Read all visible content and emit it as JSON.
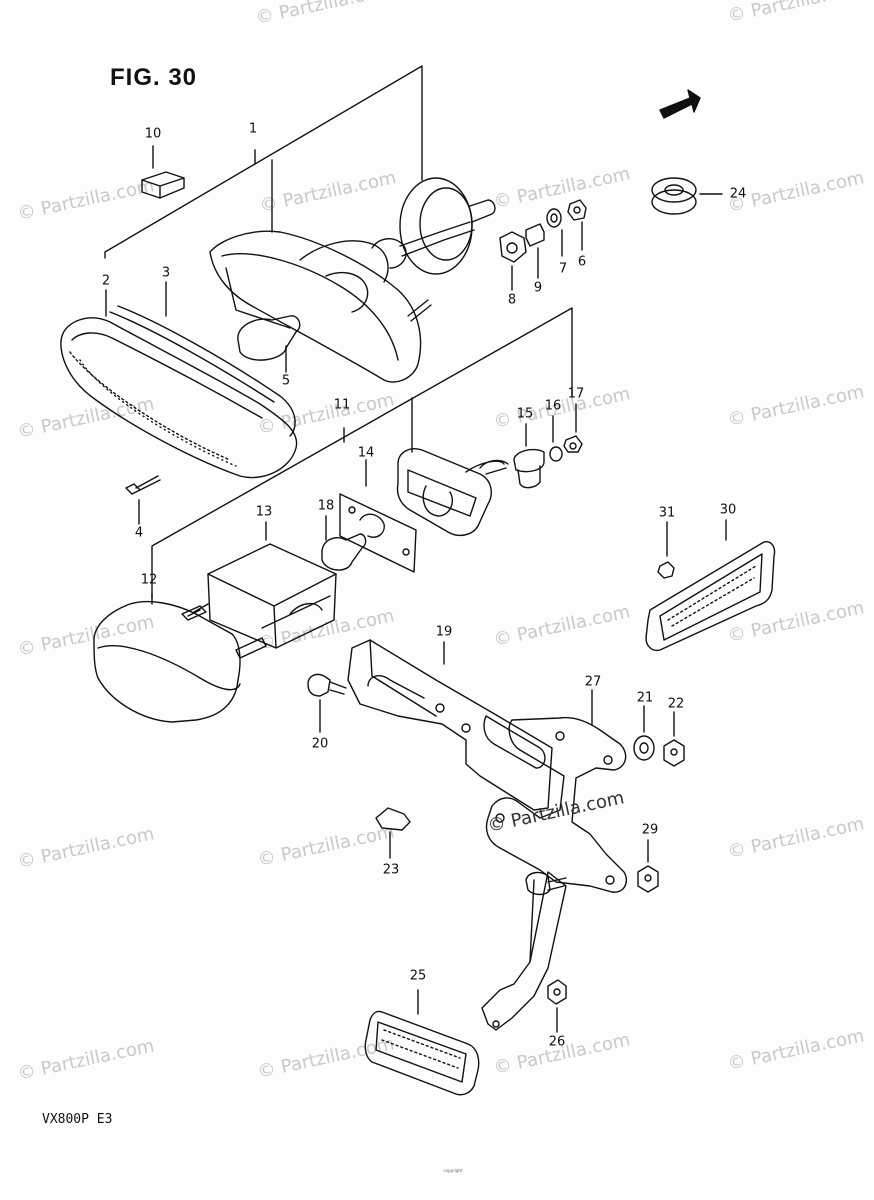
{
  "figure": {
    "title": "FIG. 30",
    "model_code": "VX800P  E3",
    "forward_label": "FWD",
    "fine_print": "copyright"
  },
  "watermarks": {
    "text": "© Partzilla.com",
    "center_text": "© Partzilla.com"
  },
  "callouts": [
    "1",
    "2",
    "3",
    "4",
    "5",
    "6",
    "7",
    "8",
    "9",
    "10",
    "11",
    "12",
    "13",
    "14",
    "15",
    "16",
    "17",
    "18",
    "19",
    "20",
    "21",
    "22",
    "23",
    "24",
    "25",
    "26",
    "27",
    "29",
    "30",
    "31"
  ]
}
